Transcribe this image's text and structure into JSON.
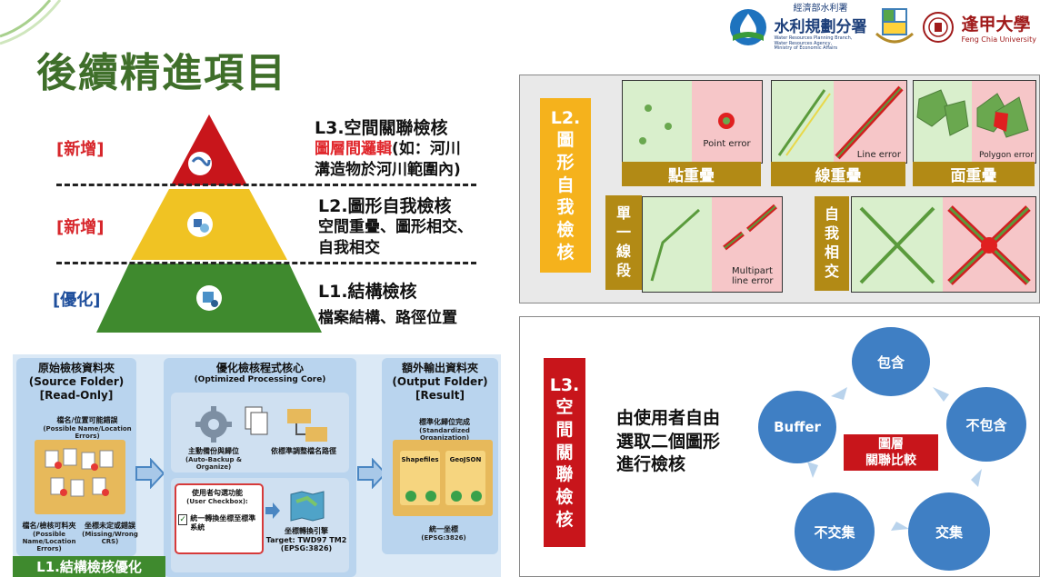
{
  "title": "後續精進項目",
  "logos": {
    "agency_top": "經濟部水利署",
    "agency_main": "水利規劃分署",
    "agency_en1": "Water Resources Planning Branch,",
    "agency_en2": "Water Resources Agency,",
    "agency_en3": "Ministry of Economic Affairs",
    "university": "逢甲大學",
    "university_en": "Feng Chia University"
  },
  "pyramid": {
    "tags": [
      "[新增]",
      "[新增]",
      "[優化]"
    ],
    "l3_title": "L3.空間關聯檢核",
    "l3_red": "圖層間邏輯",
    "l3_rest": "(如：河川",
    "l3_line2": "溝造物於河川範圍內)",
    "l2_title": "L2.圖形自我檢核",
    "l2_line1": "空間重疊、圖形相交、",
    "l2_line2": "自我相交",
    "l1_title": "L1.結構檢核",
    "l1_line1": "檔案結構、路徑位置"
  },
  "l2_panel": {
    "label_chars": [
      "L2.",
      "圖",
      "形",
      "自",
      "我",
      "檢",
      "核"
    ],
    "point_error": "Point error",
    "line_error": "Line error",
    "polygon_error": "Polygon error",
    "multipart_error": "Multipart line error",
    "cap_point": "點重疊",
    "cap_line": "線重疊",
    "cap_polygon": "面重疊",
    "single_chars": [
      "單",
      "一",
      "線",
      "段"
    ],
    "self_chars": [
      "自",
      "我",
      "相",
      "交"
    ]
  },
  "l3_panel": {
    "label_chars": [
      "L3.",
      "空",
      "間",
      "關",
      "聯",
      "檢",
      "核"
    ],
    "desc_line1": "由使用者自由",
    "desc_line2": "選取二個圖形",
    "desc_line3": "進行檢核",
    "center_line1": "圖層",
    "center_line2": "關聯比較",
    "circles": [
      "包含",
      "不包含",
      "交集",
      "不交集",
      "Buffer"
    ]
  },
  "flow": {
    "source_title": "原始檢核資料夾",
    "source_en": "(Source Folder)",
    "source_ro": "[Read-Only]",
    "src_err_zh": "檔名/位置可能錯誤",
    "src_err_en": "(Possible Name/Location Errors)",
    "src_bl_zh": "檔名/檢核可料夾",
    "src_bl_en": "(Possible Name/Location Errors)",
    "src_br_zh": "坐標未定或錯誤",
    "src_br_en": "(Missing/Wrong CRS)",
    "core_title": "優化檢核程式核心",
    "core_en": "(Optimized Processing Core)",
    "backup_zh": "主動備份與歸位",
    "backup_en": "(Auto-Backup & Organize)",
    "rename_zh": "依標準調整檔名路徑",
    "user_zh": "使用者勾選功能",
    "user_en": "(User Checkbox):",
    "convert_zh": "統一轉換坐標至標準系統",
    "crs_zh": "坐標轉換引擎",
    "crs_target": "Target: TWD97 TM2",
    "crs_epsg": "(EPSG:3826)",
    "out_title": "額外輸出資料夾",
    "out_en": "(Output Folder)",
    "out_result": "[Result]",
    "std_zh": "標準化歸位完成",
    "std_en": "(Standardized Organization)",
    "shp": "Shapefiles",
    "geojson": "GeoJSON",
    "unify_zh": "統一坐標",
    "unify_en": "(EPSG:3826)",
    "footer": "L1.結構檢核優化"
  }
}
